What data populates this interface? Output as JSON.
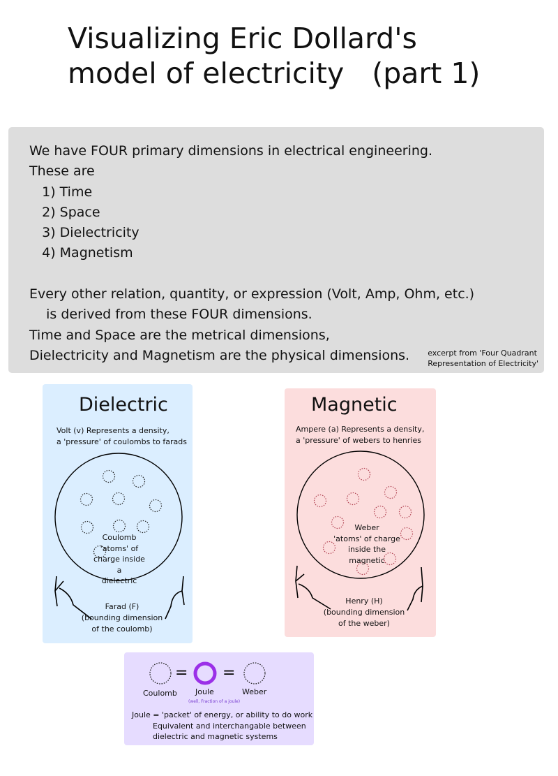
{
  "title": {
    "line1": "Visualizing Eric Dollard's",
    "line2_main": "model of electricity",
    "line2_part": "(part 1)"
  },
  "intro": {
    "lines": [
      "We have FOUR primary dimensions in electrical engineering.",
      "These are",
      "   1) Time",
      "   2) Space",
      "   3) Dielectricity",
      "   4) Magnetism",
      " ",
      "Every other relation, quantity, or expression (Volt, Amp, Ohm, etc.)",
      "    is derived from these FOUR dimensions.",
      "Time and Space are the metrical dimensions,",
      "Dielectricity and Magnetism are the physical dimensions."
    ],
    "excerpt_line1": "excerpt from 'Four Quadrant",
    "excerpt_line2": "Representation of Electricity'"
  },
  "dielectric": {
    "title": "Dielectric",
    "desc_line1": "Volt (v)  Represents a density,",
    "desc_line2": "a 'pressure' of coulombs to farads",
    "inner_line1": "Coulomb",
    "inner_line2": "'atoms' of",
    "inner_line3": "charge inside a",
    "inner_line4": "dielectric",
    "bound_line1": "Farad  (F)",
    "bound_line2": "(bounding dimension",
    "bound_line3": "of the coulomb)",
    "color": "#dbeeff"
  },
  "magnetic": {
    "title": "Magnetic",
    "desc_line1": "Ampere (a)  Represents a density,",
    "desc_line2": "a 'pressure' of webers to henries",
    "inner_line1": "Weber",
    "inner_line2": "'atoms' of charge",
    "inner_line3": "inside the magnetic",
    "bound_line1": "Henry (H)",
    "bound_line2": "(bounding dimension",
    "bound_line3": "of the weber)",
    "color": "#fcdddd",
    "atom_color": "#b04050"
  },
  "joule": {
    "coulomb_label": "Coulomb",
    "joule_label": "Joule",
    "joule_note": "(well, Fraction of a joule)",
    "weber_label": "Weber",
    "equals": "=",
    "def_line1": "Joule = 'packet' of energy, or ability to do work",
    "def_line2": "Equivalent and interchangable between",
    "def_line3": "dielectric and magnetic systems",
    "ring_color": "#9b30e8",
    "box_color": "#e6dcff"
  }
}
